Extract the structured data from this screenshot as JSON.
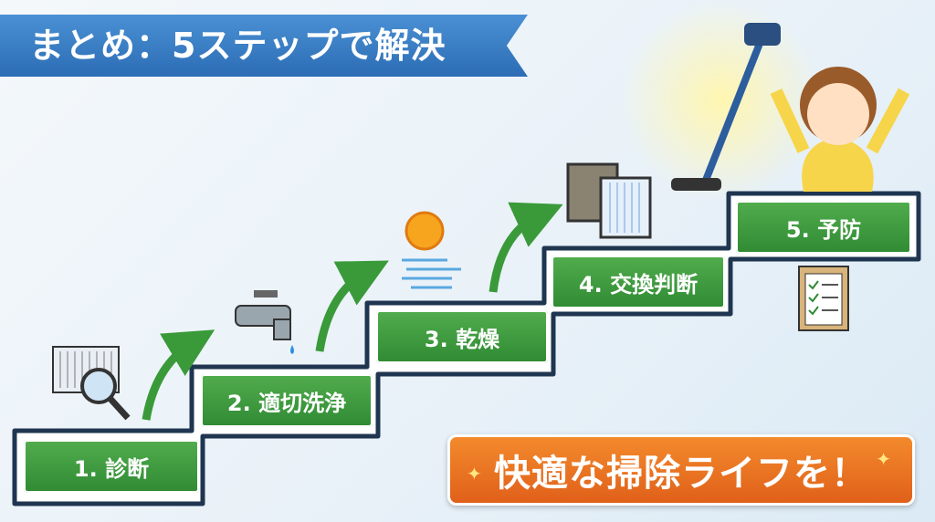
{
  "title": "まとめ：5ステップで解決",
  "steps": [
    {
      "label": "1. 診断",
      "icon": "filter-magnifier-icon"
    },
    {
      "label": "2. 適切洗浄",
      "icon": "faucet-icon"
    },
    {
      "label": "3. 乾燥",
      "icon": "sun-wind-icon"
    },
    {
      "label": "4. 交換判断",
      "icon": "filters-icon"
    },
    {
      "label": "5. 予防",
      "icon": "checklist-icon"
    }
  ],
  "banner": "快適な掃除ライフを！",
  "colors": {
    "title": "#2c6db5",
    "step": "#3c9a3c",
    "banner": "#e8701f",
    "stair": "#1f3550"
  }
}
